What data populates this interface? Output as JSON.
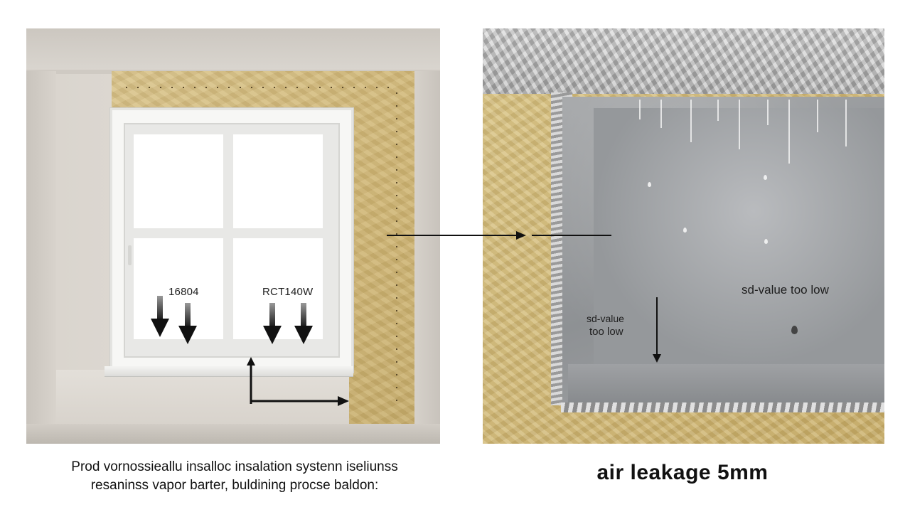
{
  "left_panel": {
    "label_left": "16804",
    "label_right": "RCT140W"
  },
  "right_panel": {
    "label_sd_center_line1": "sd-value",
    "label_sd_center_line2": "too low",
    "label_sd_right": "sd-value too low"
  },
  "captions": {
    "left_line1": "Prod vornossieallu insalloc insalation systenn iseliunss",
    "left_line2": "resaninss vapor barter, buldining procse baldon:",
    "right": "air leakage 5mm"
  }
}
